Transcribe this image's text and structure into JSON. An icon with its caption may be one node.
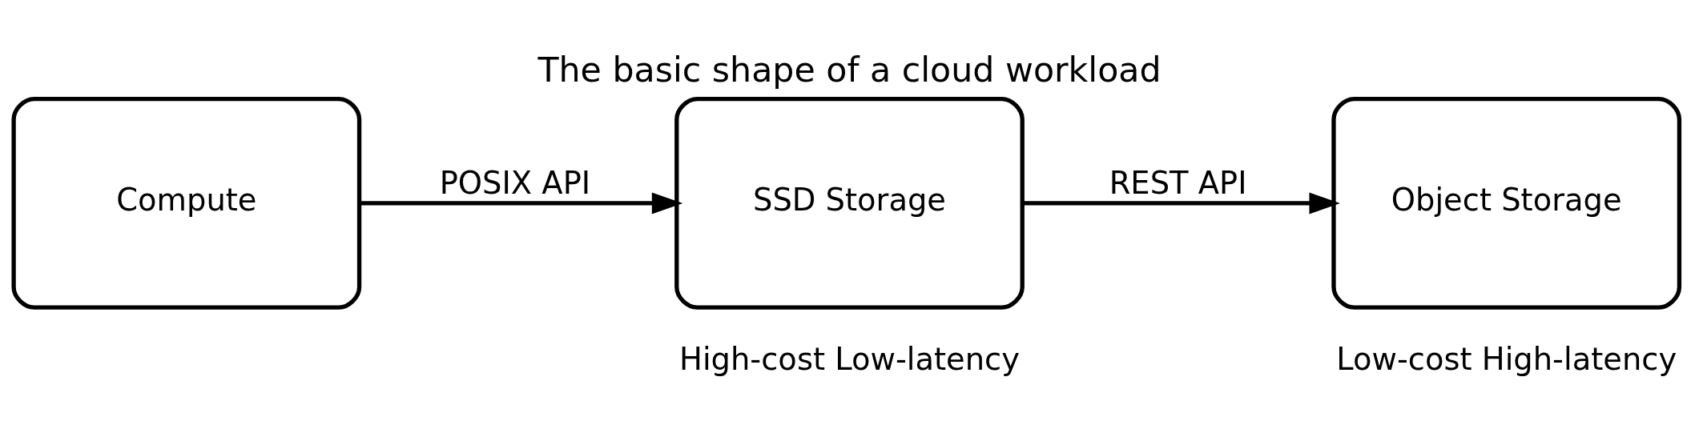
{
  "diagram": {
    "title": "The basic shape of a cloud workload",
    "nodes": [
      {
        "text": [
          "Compute"
        ]
      },
      {
        "text": [
          "SSD Storage"
        ],
        "beside": [
          "High-cost Low-latency"
        ]
      },
      {
        "text": [
          "Object Storage"
        ],
        "beside": [
          "Low-cost High-latency"
        ]
      }
    ],
    "edges": [
      {
        "from": 0,
        "to": 1,
        "arrow": "to",
        "label": "POSIX API"
      },
      {
        "from": 1,
        "to": 2,
        "arrow": "to",
        "label": "REST API"
      }
    ]
  }
}
